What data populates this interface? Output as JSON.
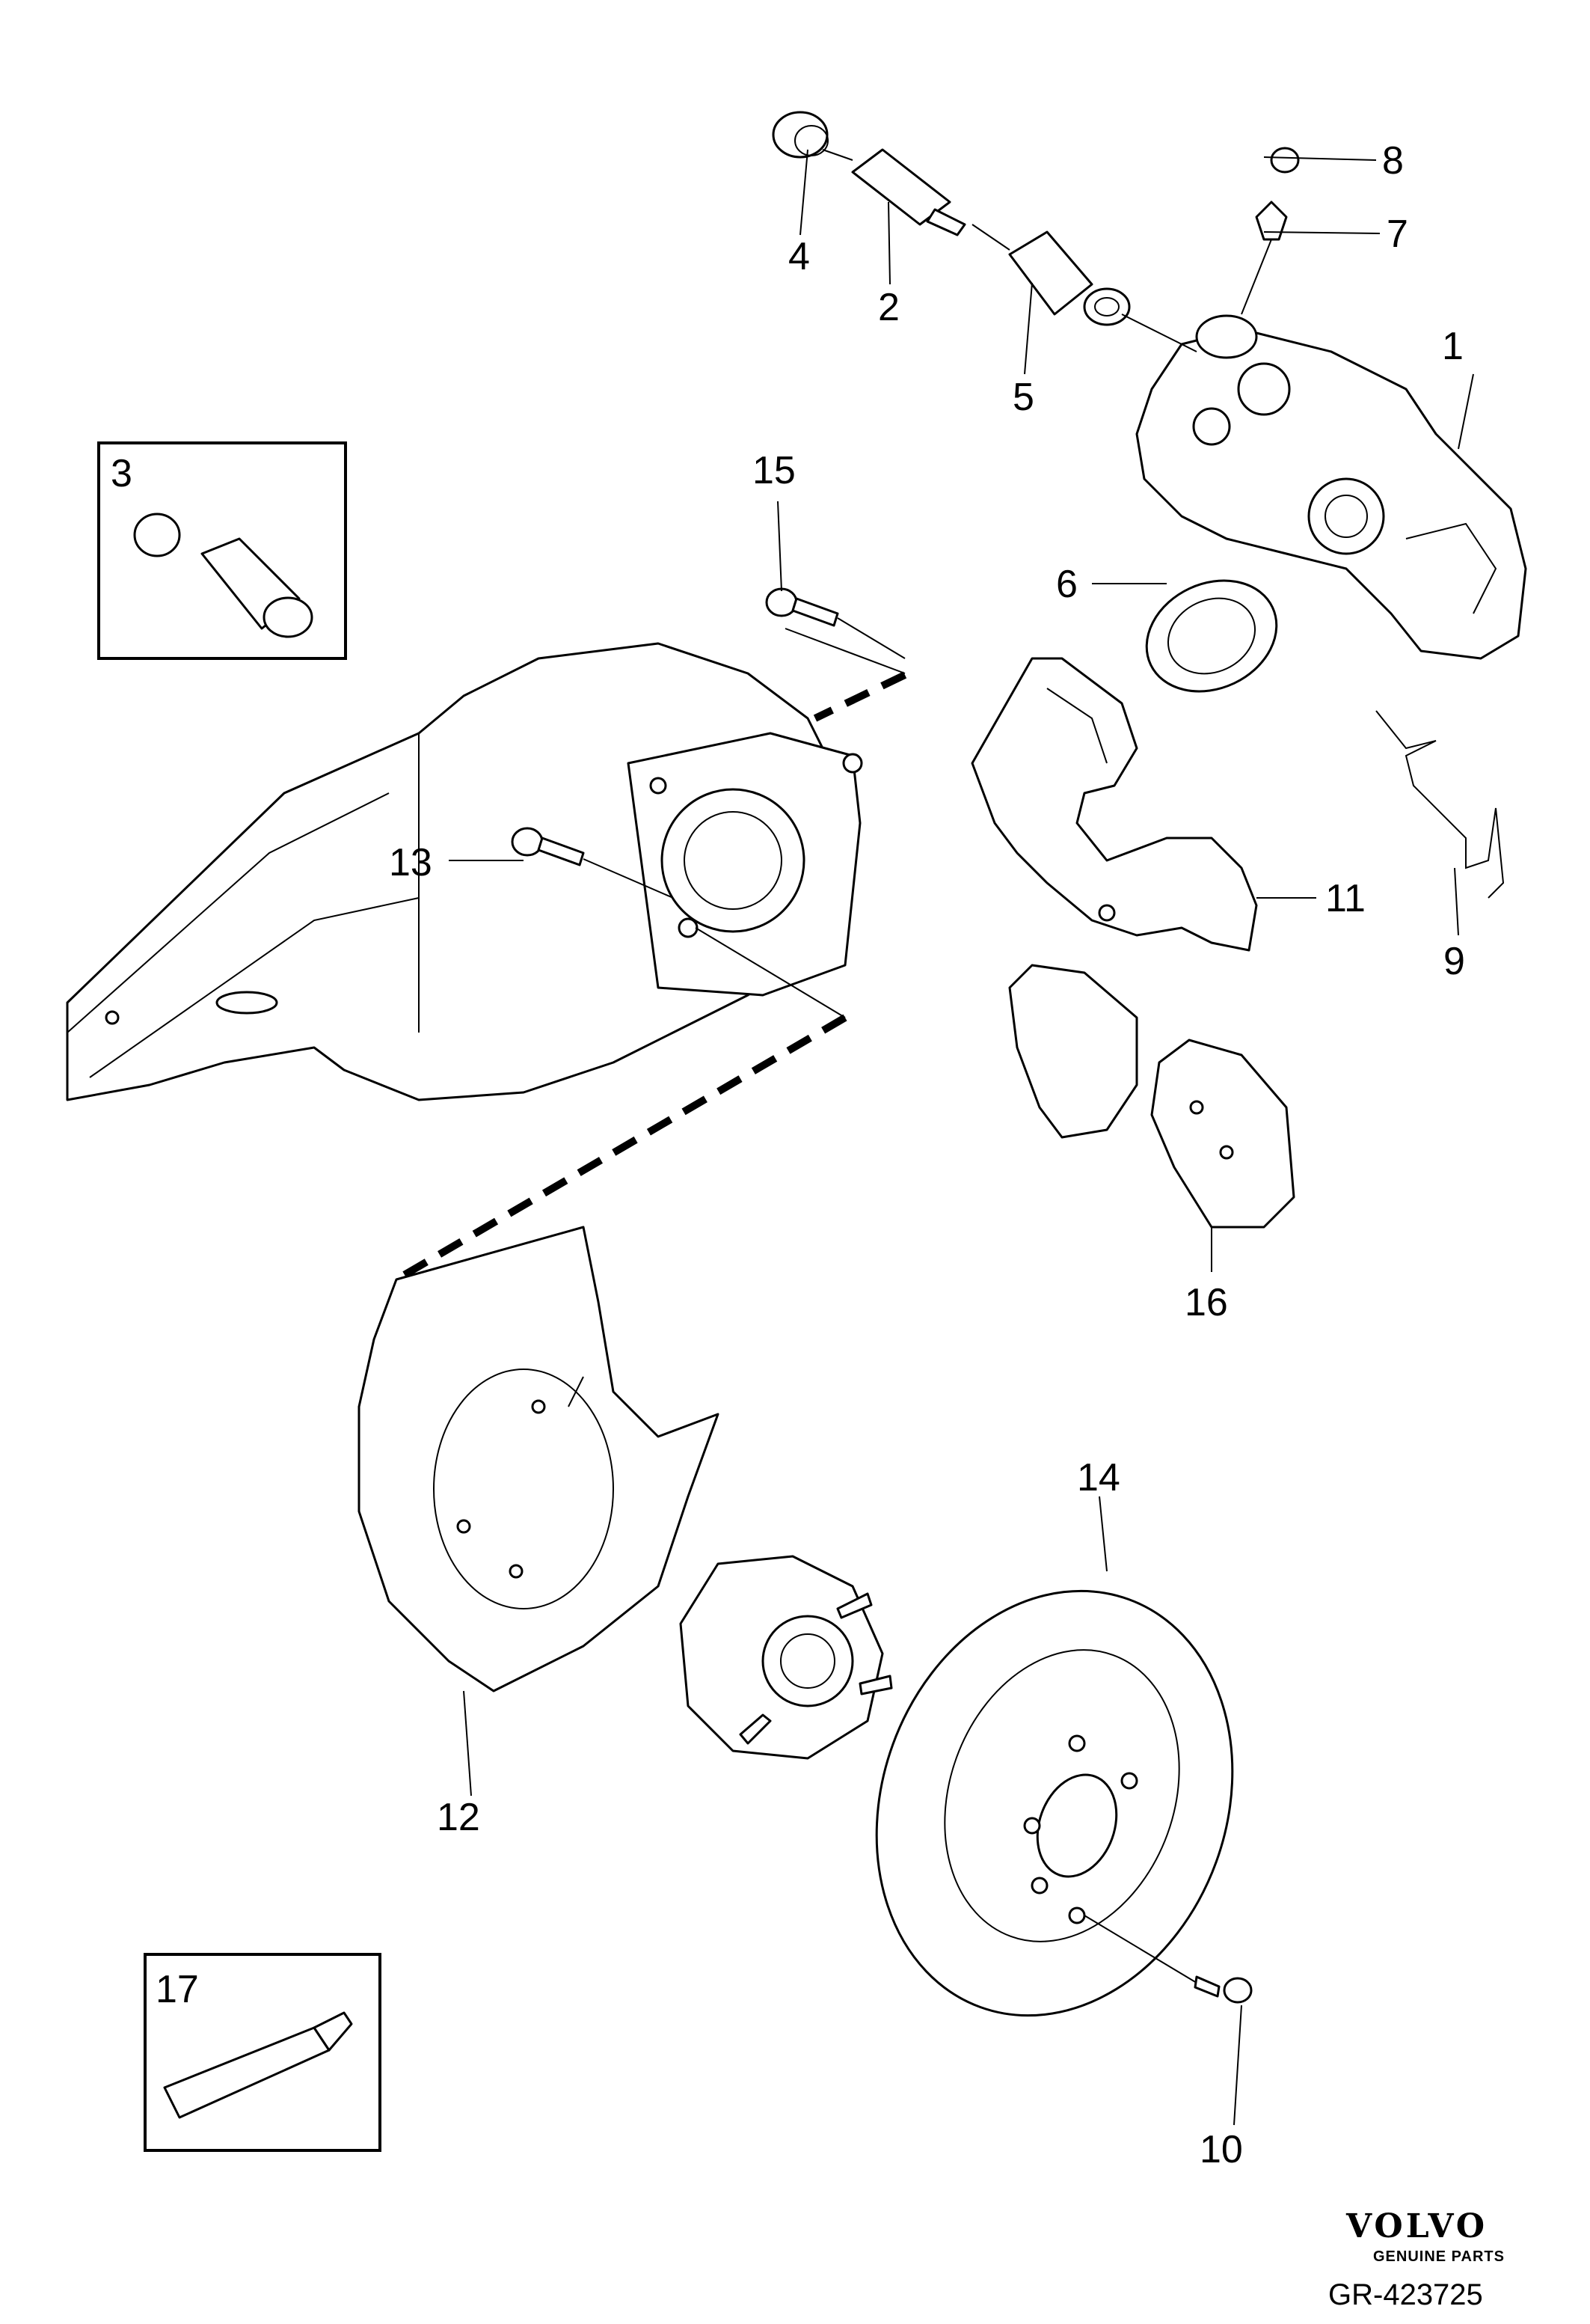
{
  "callouts": {
    "c1": "1",
    "c2": "2",
    "c3": "3",
    "c4": "4",
    "c5": "5",
    "c6": "6",
    "c7": "7",
    "c8": "8",
    "c9": "9",
    "c10": "10",
    "c11": "11",
    "c12": "12",
    "c13": "13",
    "c14": "14",
    "c15": "15",
    "c16": "16",
    "c17": "17"
  },
  "branding": {
    "logo_text": "VOLVO",
    "logo_subtext": "GENUINE PARTS",
    "reference_code": "GR-423725"
  }
}
